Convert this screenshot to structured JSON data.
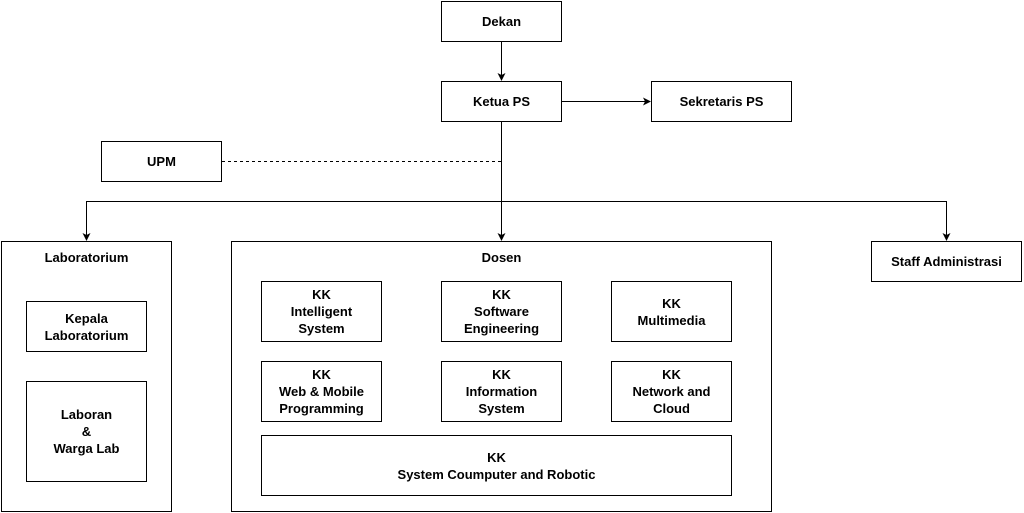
{
  "diagram": {
    "nodes": {
      "dekan": "Dekan",
      "ketua_ps": "Ketua PS",
      "sekretaris_ps": "Sekretaris PS",
      "upm": "UPM",
      "staff_administrasi": "Staff Administrasi"
    },
    "laboratorium": {
      "title": "Laboratorium",
      "kepala": [
        "Kepala",
        "Laboratorium"
      ],
      "laboran": [
        "Laboran",
        "&",
        "Warga Lab"
      ]
    },
    "dosen": {
      "title": "Dosen",
      "groups": [
        [
          "KK",
          "Intelligent",
          "System"
        ],
        [
          "KK",
          "Software",
          "Engineering"
        ],
        [
          "KK",
          "Multimedia"
        ],
        [
          "KK",
          "Web & Mobile",
          "Programming"
        ],
        [
          "KK",
          "Information",
          "System"
        ],
        [
          "KK",
          "Network and",
          "Cloud"
        ],
        [
          "KK",
          "System Coumputer and Robotic"
        ]
      ]
    },
    "edges": [
      {
        "from": "Dekan",
        "to": "Ketua PS",
        "style": "solid-arrow"
      },
      {
        "from": "Ketua PS",
        "to": "Sekretaris PS",
        "style": "solid-arrow"
      },
      {
        "from": "UPM",
        "to": "Ketua PS",
        "style": "dashed"
      },
      {
        "from": "Ketua PS",
        "to": "Laboratorium",
        "style": "solid-arrow"
      },
      {
        "from": "Ketua PS",
        "to": "Dosen",
        "style": "solid-arrow"
      },
      {
        "from": "Ketua PS",
        "to": "Staff Administrasi",
        "style": "solid-arrow"
      },
      {
        "from": "Kepala Laboratorium",
        "to": "Laboran & Warga Lab",
        "style": "solid-arrow"
      }
    ]
  }
}
